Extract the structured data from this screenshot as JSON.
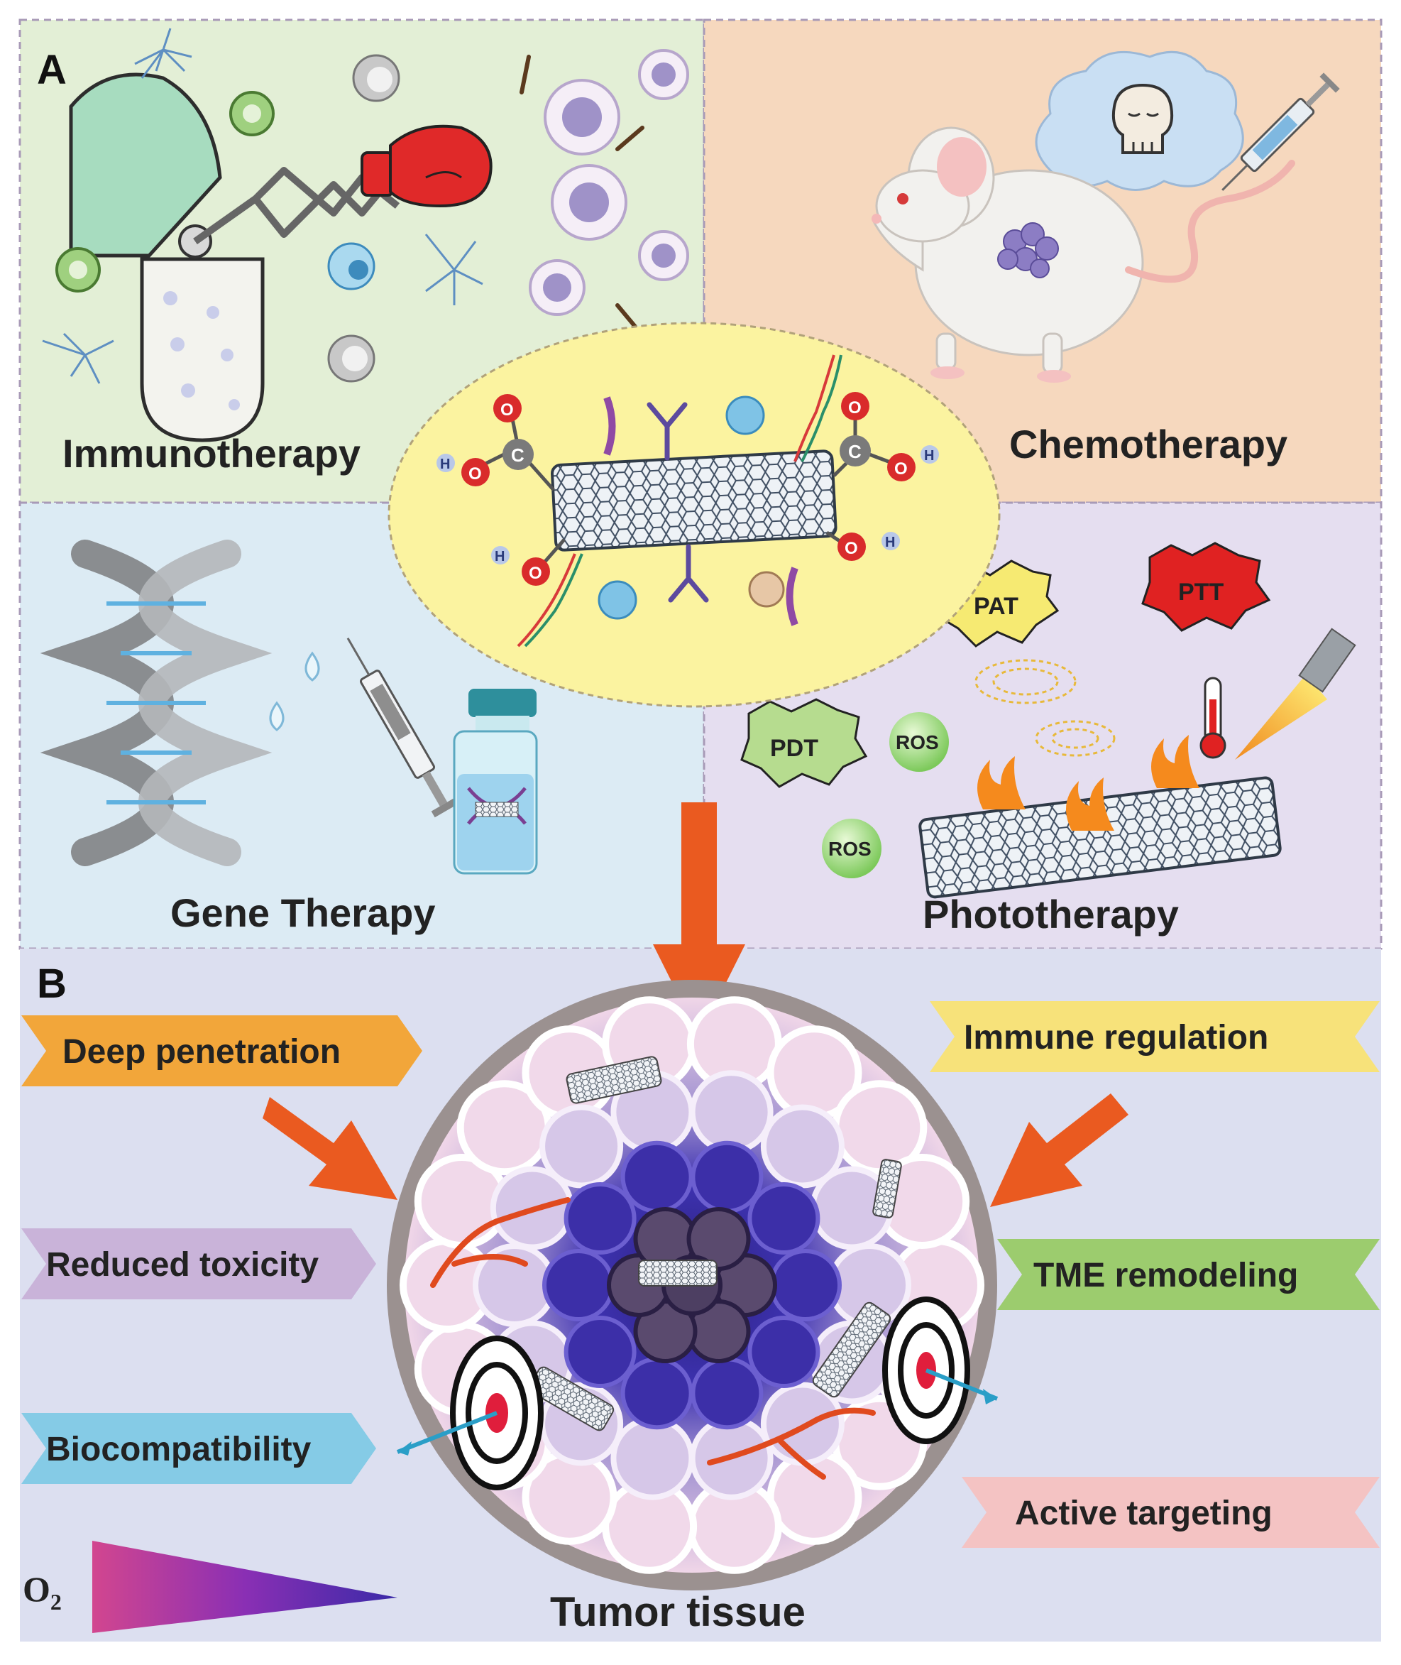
{
  "panel_a": {
    "letter": "A",
    "immunotherapy": "Immunotherapy",
    "chemotherapy": "Chemotherapy",
    "gene_therapy": "Gene Therapy",
    "phototherapy": "Phototherapy",
    "bubbles": {
      "pat": "PAT",
      "ptt": "PTT",
      "pdt": "PDT"
    },
    "ros": "ROS",
    "atoms": {
      "o": "O",
      "c": "C",
      "h": "H"
    }
  },
  "panel_b": {
    "letter": "B",
    "left_labels": [
      "Deep penetration",
      "Reduced toxicity",
      "Biocompatibility"
    ],
    "right_labels": [
      "Immune regulation",
      "TME remodeling",
      "Active targeting"
    ],
    "oxygen": "O",
    "oxygen_sub": "2",
    "tumor_tissue": "Tumor tissue"
  },
  "colors": {
    "immuno_bg": "#e3efd6",
    "chemo_bg": "#f6d8be",
    "gene_bg": "#dcebf4",
    "photo_bg": "#e5def0",
    "panel_b_bg": "#dcdff0",
    "center_ellipse": "#fbf3a0",
    "arrow": "#ea5a20",
    "deep_penetration": "#f2a63a",
    "reduced_toxicity": "#c9b3d9",
    "biocompatibility": "#85cbe6",
    "immune_regulation": "#f7e27a",
    "tme_remodeling": "#9ccc6e",
    "active_targeting": "#f4c3c3"
  }
}
